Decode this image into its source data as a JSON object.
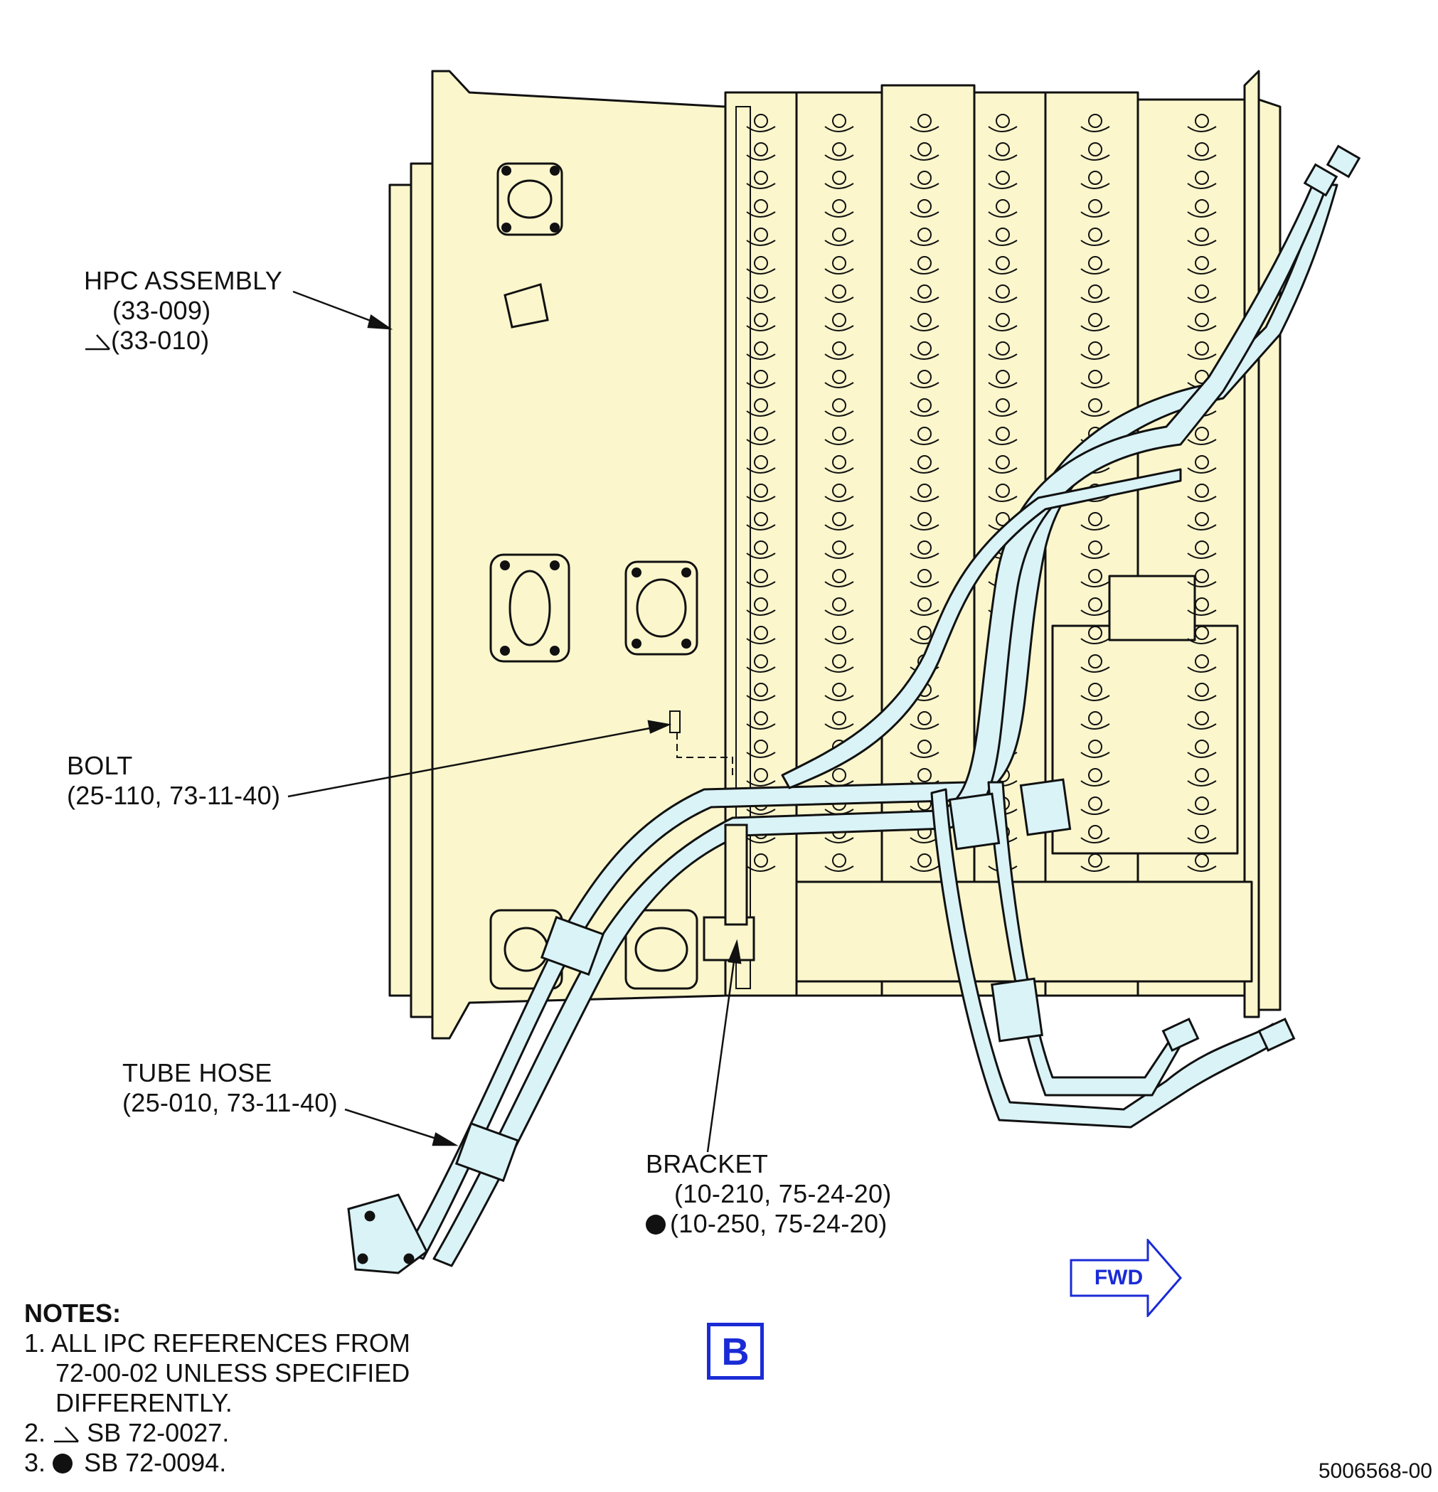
{
  "callouts": {
    "hpc_assembly": {
      "title": "HPC ASSEMBLY",
      "ref1": "(33-009)",
      "ref2": "(33-010)"
    },
    "bolt": {
      "title": "BOLT",
      "ref1": "(25-110, 73-11-40)"
    },
    "tube_hose": {
      "title": "TUBE HOSE",
      "ref1": "(25-010, 73-11-40)"
    },
    "bracket": {
      "title": "BRACKET",
      "ref1": "(10-210, 75-24-20)",
      "ref2": "(10-250, 75-24-20)"
    }
  },
  "notes": {
    "title": "NOTES:",
    "n1_num": "1.",
    "n1_line1": "ALL IPC REFERENCES FROM",
    "n1_line2": "72-00-02 UNLESS SPECIFIED",
    "n1_line3": "DIFFERENTLY.",
    "n2_num": "2.",
    "n2_text": "SB 72-0027.",
    "n3_num": "3.",
    "n3_text": "SB 72-0094."
  },
  "view_label": "B",
  "direction_label": "FWD",
  "document_number": "5006568-00",
  "icons": {
    "effectivity_triangle": "effectivity-triangle-icon",
    "effectivity_dot": "effectivity-dot-icon",
    "forward_arrow": "forward-arrow-icon"
  },
  "colors": {
    "casing_fill": "#fbf6cc",
    "hose_fill": "#d9f3f7",
    "outline": "#111111",
    "accent_blue": "#1a2bd6"
  }
}
